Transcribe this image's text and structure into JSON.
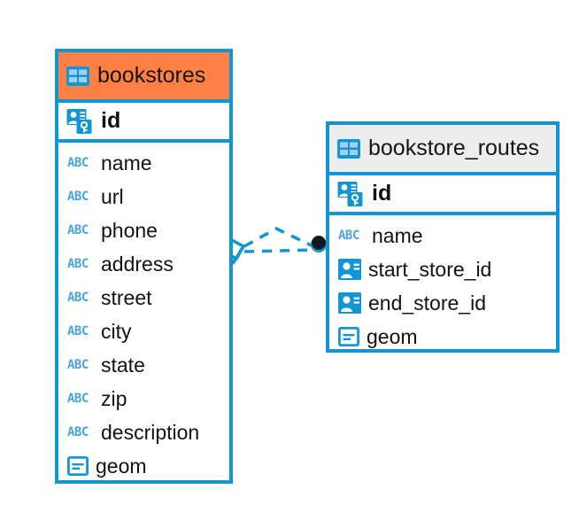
{
  "diagram": {
    "type": "entity-relationship-diagram",
    "colors": {
      "border": "#1296D3",
      "header_highlight": "#FF7F45",
      "header_default": "#EDEDED",
      "icon_blue": "#1296D3",
      "icon_abc": "#4AA3DC",
      "connector": "#1296D3",
      "connector_endpoint": "#101820",
      "text": "#121212",
      "background": "#FFFFFF"
    },
    "entities": [
      {
        "name": "bookstores",
        "header_icon": "table-icon",
        "header_style": "highlight",
        "primary_key": {
          "label": "id",
          "icon": "primary-key-icon"
        },
        "fields": [
          {
            "label": "name",
            "icon": "text-field-icon"
          },
          {
            "label": "url",
            "icon": "text-field-icon"
          },
          {
            "label": "phone",
            "icon": "text-field-icon"
          },
          {
            "label": "address",
            "icon": "text-field-icon"
          },
          {
            "label": "street",
            "icon": "text-field-icon"
          },
          {
            "label": "city",
            "icon": "text-field-icon"
          },
          {
            "label": "state",
            "icon": "text-field-icon"
          },
          {
            "label": "zip",
            "icon": "text-field-icon"
          },
          {
            "label": "description",
            "icon": "text-field-icon"
          },
          {
            "label": "geom",
            "icon": "geometry-field-icon"
          }
        ]
      },
      {
        "name": "bookstore_routes",
        "header_icon": "table-icon",
        "header_style": "default",
        "primary_key": {
          "label": "id",
          "icon": "primary-key-icon"
        },
        "fields": [
          {
            "label": "name",
            "icon": "text-field-icon"
          },
          {
            "label": "start_store_id",
            "icon": "foreign-key-icon"
          },
          {
            "label": "end_store_id",
            "icon": "foreign-key-icon"
          },
          {
            "label": "geom",
            "icon": "geometry-field-icon"
          }
        ]
      }
    ],
    "relationships": [
      {
        "from_entity": "bookstores",
        "to_entity": "bookstore_routes",
        "from_marker": "diamond-open",
        "to_marker": "filled-circle",
        "line_style": "dashed",
        "line_count": 2
      }
    ]
  },
  "icon_glyphs": {
    "text-field-icon": "ABC"
  }
}
